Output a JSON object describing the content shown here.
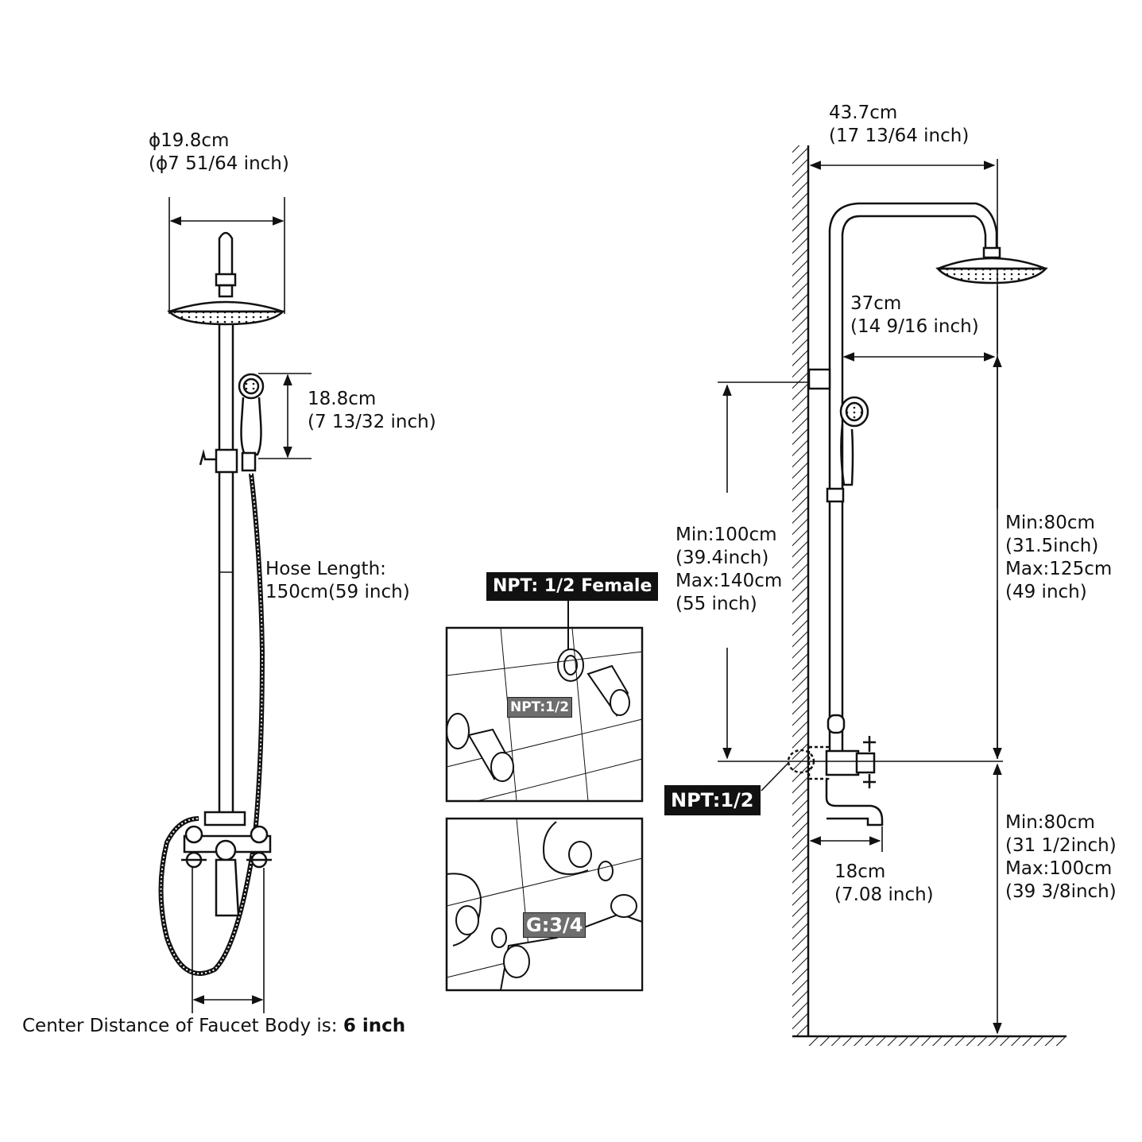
{
  "left_view": {
    "head_diameter": [
      "ϕ19.8cm",
      "(ϕ7 51/64 inch)"
    ],
    "handshower_height": [
      "18.8cm",
      "(7 13/32 inch)"
    ],
    "hose_length": [
      "Hose Length:",
      "150cm(59 inch)"
    ],
    "center_distance": {
      "text": "Center Distance of Faucet Body is: ",
      "value": "6 inch"
    }
  },
  "detail_panels": {
    "npt_female_tag": "NPT: 1/2 Female",
    "npt_small_label": "NPT:1/2",
    "g34_label": "G:3/4"
  },
  "right_view": {
    "arm_reach": [
      "43.7cm",
      "(17 13/64 inch)"
    ],
    "head_drop": [
      "37cm",
      "(14 9/16 inch)"
    ],
    "riser_height": [
      "Min:100cm",
      "(39.4inch)",
      "Max:140cm",
      "(55 inch)"
    ],
    "upper_height": [
      "Min:80cm",
      "(31.5inch)",
      "Max:125cm",
      "(49 inch)"
    ],
    "lower_height": [
      "Min:80cm",
      "(31 1/2inch)",
      "Max:100cm",
      "(39 3/8inch)"
    ],
    "spout_reach": [
      "18cm",
      "(7.08 inch)"
    ],
    "npt_tag": "NPT:1/2"
  }
}
